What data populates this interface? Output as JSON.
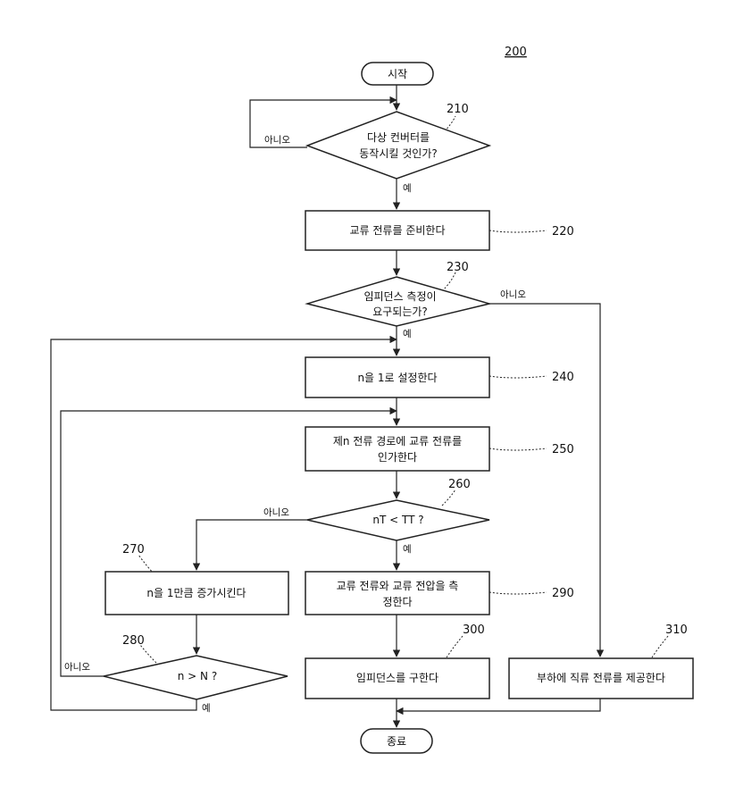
{
  "figure_number": "200",
  "nodes": {
    "start": "시작",
    "n210": {
      "line1": "다상 컨버터를",
      "line2": "동작시킬 것인가?",
      "ref": "210"
    },
    "n220": {
      "text": "교류 전류를 준비한다",
      "ref": "220"
    },
    "n230": {
      "line1": "임피던스 측정이",
      "line2": "요구되는가?",
      "ref": "230"
    },
    "n240": {
      "text": "n을 1로 설정한다",
      "ref": "240"
    },
    "n250": {
      "line1": "제n 전류 경로에 교류 전류를",
      "line2": "인가한다",
      "ref": "250"
    },
    "n260": {
      "text": "nT < TT ?",
      "ref": "260"
    },
    "n270": {
      "text": "n을 1만큼 증가시킨다",
      "ref": "270"
    },
    "n280": {
      "text": "n > N ?",
      "ref": "280"
    },
    "n290": {
      "line1": "교류 전류와 교류 전압을 측",
      "line2": "정한다",
      "ref": "290"
    },
    "n300": {
      "text": "임피던스를 구한다",
      "ref": "300"
    },
    "n310": {
      "text": "부하에 직류 전류를 제공한다",
      "ref": "310"
    },
    "end": "종료"
  },
  "edge_labels": {
    "yes": "예",
    "no": "아니오",
    "no_alt": "아니오"
  }
}
